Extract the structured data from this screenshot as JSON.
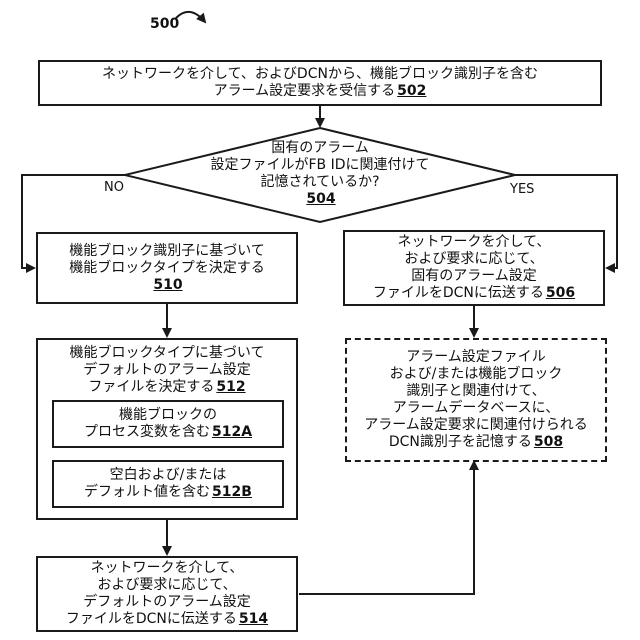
{
  "figure_number": "500",
  "nodes": {
    "n502": {
      "lines": [
        "ネットワークを介して、およびDCNから、機能ブロック識別子を含む",
        "アラーム設定要求を受信する"
      ],
      "ref": "502"
    },
    "n504": {
      "lines": [
        "固有のアラーム",
        "設定ファイルがFB IDに関連付けて",
        "記憶されているか?"
      ],
      "ref": "504"
    },
    "n510": {
      "lines": [
        "機能ブロック識別子に基づいて",
        "機能ブロックタイプを決定する"
      ],
      "ref": "510"
    },
    "n506": {
      "lines": [
        "ネットワークを介して、",
        "および要求に応じて、",
        "固有のアラーム設定",
        "ファイルをDCNに伝送する"
      ],
      "ref": "506"
    },
    "n512": {
      "lines": [
        "機能ブロックタイプに基づいて",
        "デフォルトのアラーム設定",
        "ファイルを決定する"
      ],
      "ref": "512"
    },
    "n512a": {
      "lines": [
        "機能ブロックの",
        "プロセス変数を含む"
      ],
      "ref": "512A"
    },
    "n512b": {
      "lines": [
        "空白および/または",
        "デフォルト値を含む"
      ],
      "ref": "512B"
    },
    "n508": {
      "lines": [
        "アラーム設定ファイル",
        "および/または機能ブロック",
        "識別子と関連付けて、",
        "アラームデータベースに、",
        "アラーム設定要求に関連付けられる",
        "DCN識別子を記憶する"
      ],
      "ref": "508"
    },
    "n514": {
      "lines": [
        "ネットワークを介して、",
        "および要求に応じて、",
        "デフォルトのアラーム設定",
        "ファイルをDCNに伝送する"
      ],
      "ref": "514"
    }
  },
  "edges": {
    "no_label": "NO",
    "yes_label": "YES"
  }
}
